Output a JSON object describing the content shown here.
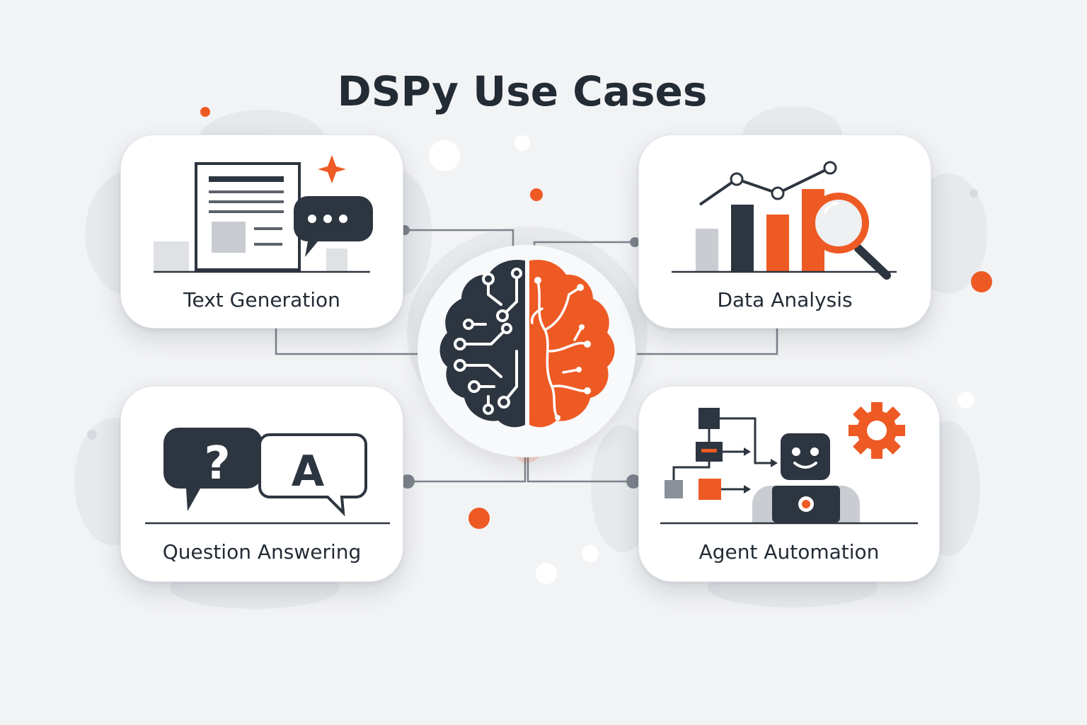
{
  "title": "DSPy Use Cases",
  "hub": {
    "icon": "brain-circuit-icon"
  },
  "cards": [
    {
      "id": "text",
      "label": "Text Generation",
      "icon": "document-chat-icon"
    },
    {
      "id": "data",
      "label": "Data Analysis",
      "icon": "chart-magnifier-icon"
    },
    {
      "id": "qa",
      "label": "Question Answering",
      "icon": "question-answer-bubbles-icon",
      "glyph_q": "?",
      "glyph_a": "A"
    },
    {
      "id": "agent",
      "label": "Agent Automation",
      "icon": "robot-workflow-icon"
    }
  ],
  "colors": {
    "dark": "#2d3540",
    "accent": "#ee5a24",
    "gray": "#c9ccd1",
    "background": "#f2f3f5"
  }
}
